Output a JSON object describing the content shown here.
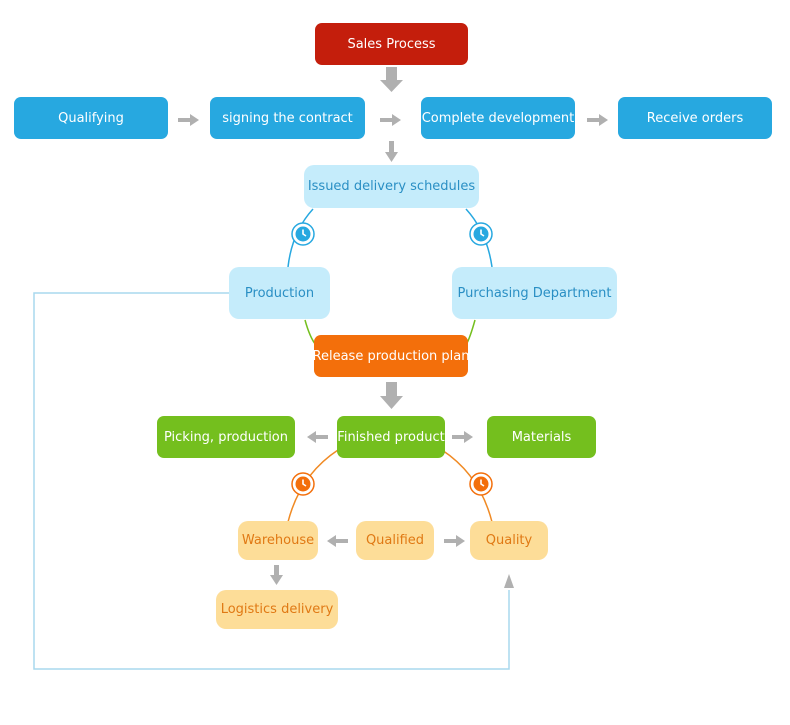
{
  "nodes": {
    "sales_process": "Sales Process",
    "qualifying": "Qualifying",
    "signing_contract": "signing the contract",
    "complete_development": "Complete development",
    "receive_orders": "Receive orders",
    "issued_delivery": "Issued delivery schedules",
    "production": "Production",
    "purchasing": "Purchasing Department",
    "release_plan": "Release production plan",
    "picking_production": "Picking, production",
    "finished_product": "Finished product",
    "materials": "Materials",
    "warehouse": "Warehouse",
    "qualified": "Qualified",
    "quality": "Quality",
    "logistics": "Logistics delivery"
  },
  "icons": {
    "clock": "clock-icon",
    "arrow": "arrow-icon"
  },
  "colors": {
    "red": "#c41e0c",
    "blue": "#27a8e0",
    "light_blue": "#c5ecfb",
    "orange": "#f36f0b",
    "green": "#74bf1e",
    "peach": "#fddd98",
    "arrow_gray": "#b0b0b0",
    "loop_line": "#a9d8ee",
    "blue_arc": "#27a8e0",
    "green_arc": "#74bf1e",
    "orange_arc": "#f08a24"
  }
}
